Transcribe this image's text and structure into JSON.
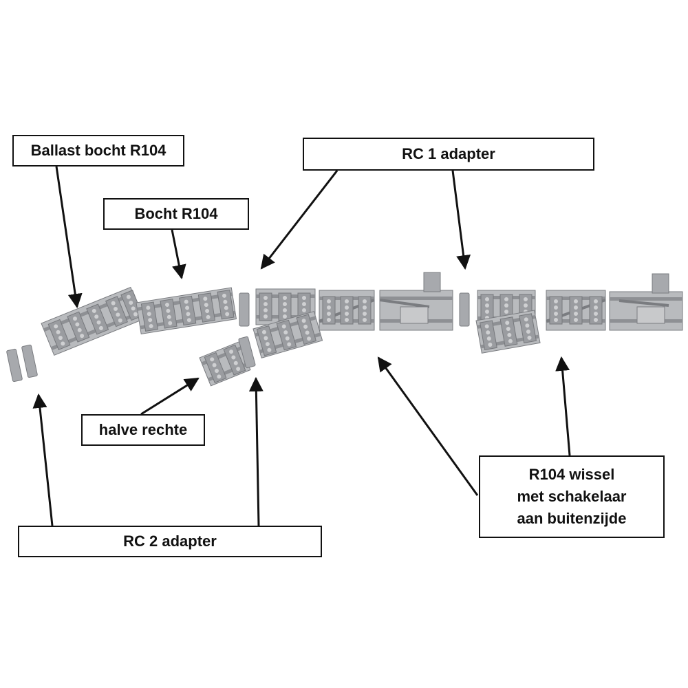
{
  "labels": {
    "ballast_bocht": "Ballast bocht R104",
    "bocht": "Bocht R104",
    "rc1_adapter": "RC 1 adapter",
    "halve_rechte": "halve rechte",
    "rc2_adapter": "RC 2 adapter",
    "wissel": "R104 wissel\nmet schakelaar\naan buitenzijde"
  },
  "colors": {
    "track_plate": "#b9bbbe",
    "track_dark": "#8e9094",
    "rail": "#a7a9ad",
    "stud": "#d7d8da",
    "outline": "#7a7c80",
    "label_border": "#111111",
    "arrow": "#111111"
  }
}
